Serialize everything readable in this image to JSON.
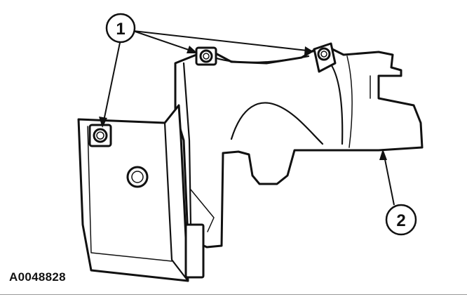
{
  "figure": {
    "id_label": "A0048828"
  },
  "callouts": [
    {
      "number": "1"
    },
    {
      "number": "2"
    }
  ]
}
